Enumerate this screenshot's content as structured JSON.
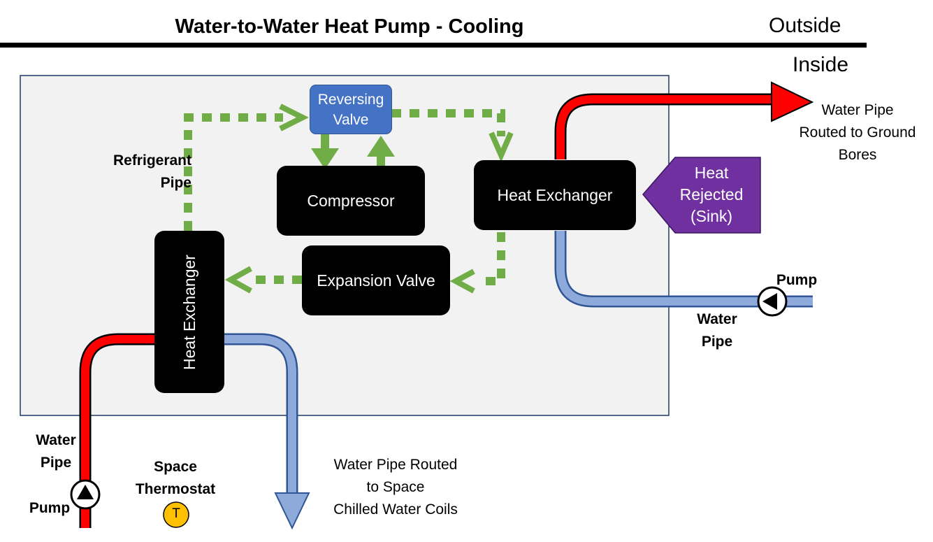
{
  "title": "Water-to-Water Heat Pump - Cooling",
  "zones": {
    "outside": "Outside",
    "inside": "Inside"
  },
  "components": {
    "reversing_valve": [
      "Reversing",
      "Valve"
    ],
    "compressor": "Compressor",
    "heat_exchanger_outdoor": "Heat Exchanger",
    "heat_exchanger_indoor": "Heat Exchanger",
    "expansion_valve": "Expansion Valve"
  },
  "callout": [
    "Heat",
    "Rejected",
    "(Sink)"
  ],
  "labels": {
    "refrigerant_pipe": [
      "Refrigerant",
      "Pipe"
    ],
    "ground_pipe": [
      "Water Pipe",
      "Routed to Ground",
      "Bores"
    ],
    "pump_right": "Pump",
    "water_pipe_right": [
      "Water",
      "Pipe"
    ],
    "water_pipe_left": [
      "Water",
      "Pipe"
    ],
    "pump_left": "Pump",
    "thermostat": [
      "Space",
      "Thermostat"
    ],
    "thermostat_symbol": "T",
    "chilled_water_pipe": [
      "Water Pipe Routed",
      "to Space",
      "Chilled Water Coils"
    ]
  },
  "colors": {
    "hot_water": "#ff0000",
    "cold_water": "#8eaadb",
    "refrigerant": "#70ad47",
    "reversing_valve": "#4472c4",
    "callout": "#7030a0",
    "thermostat": "#ffc000",
    "equipment_enclosure": "#f2f2f2"
  }
}
